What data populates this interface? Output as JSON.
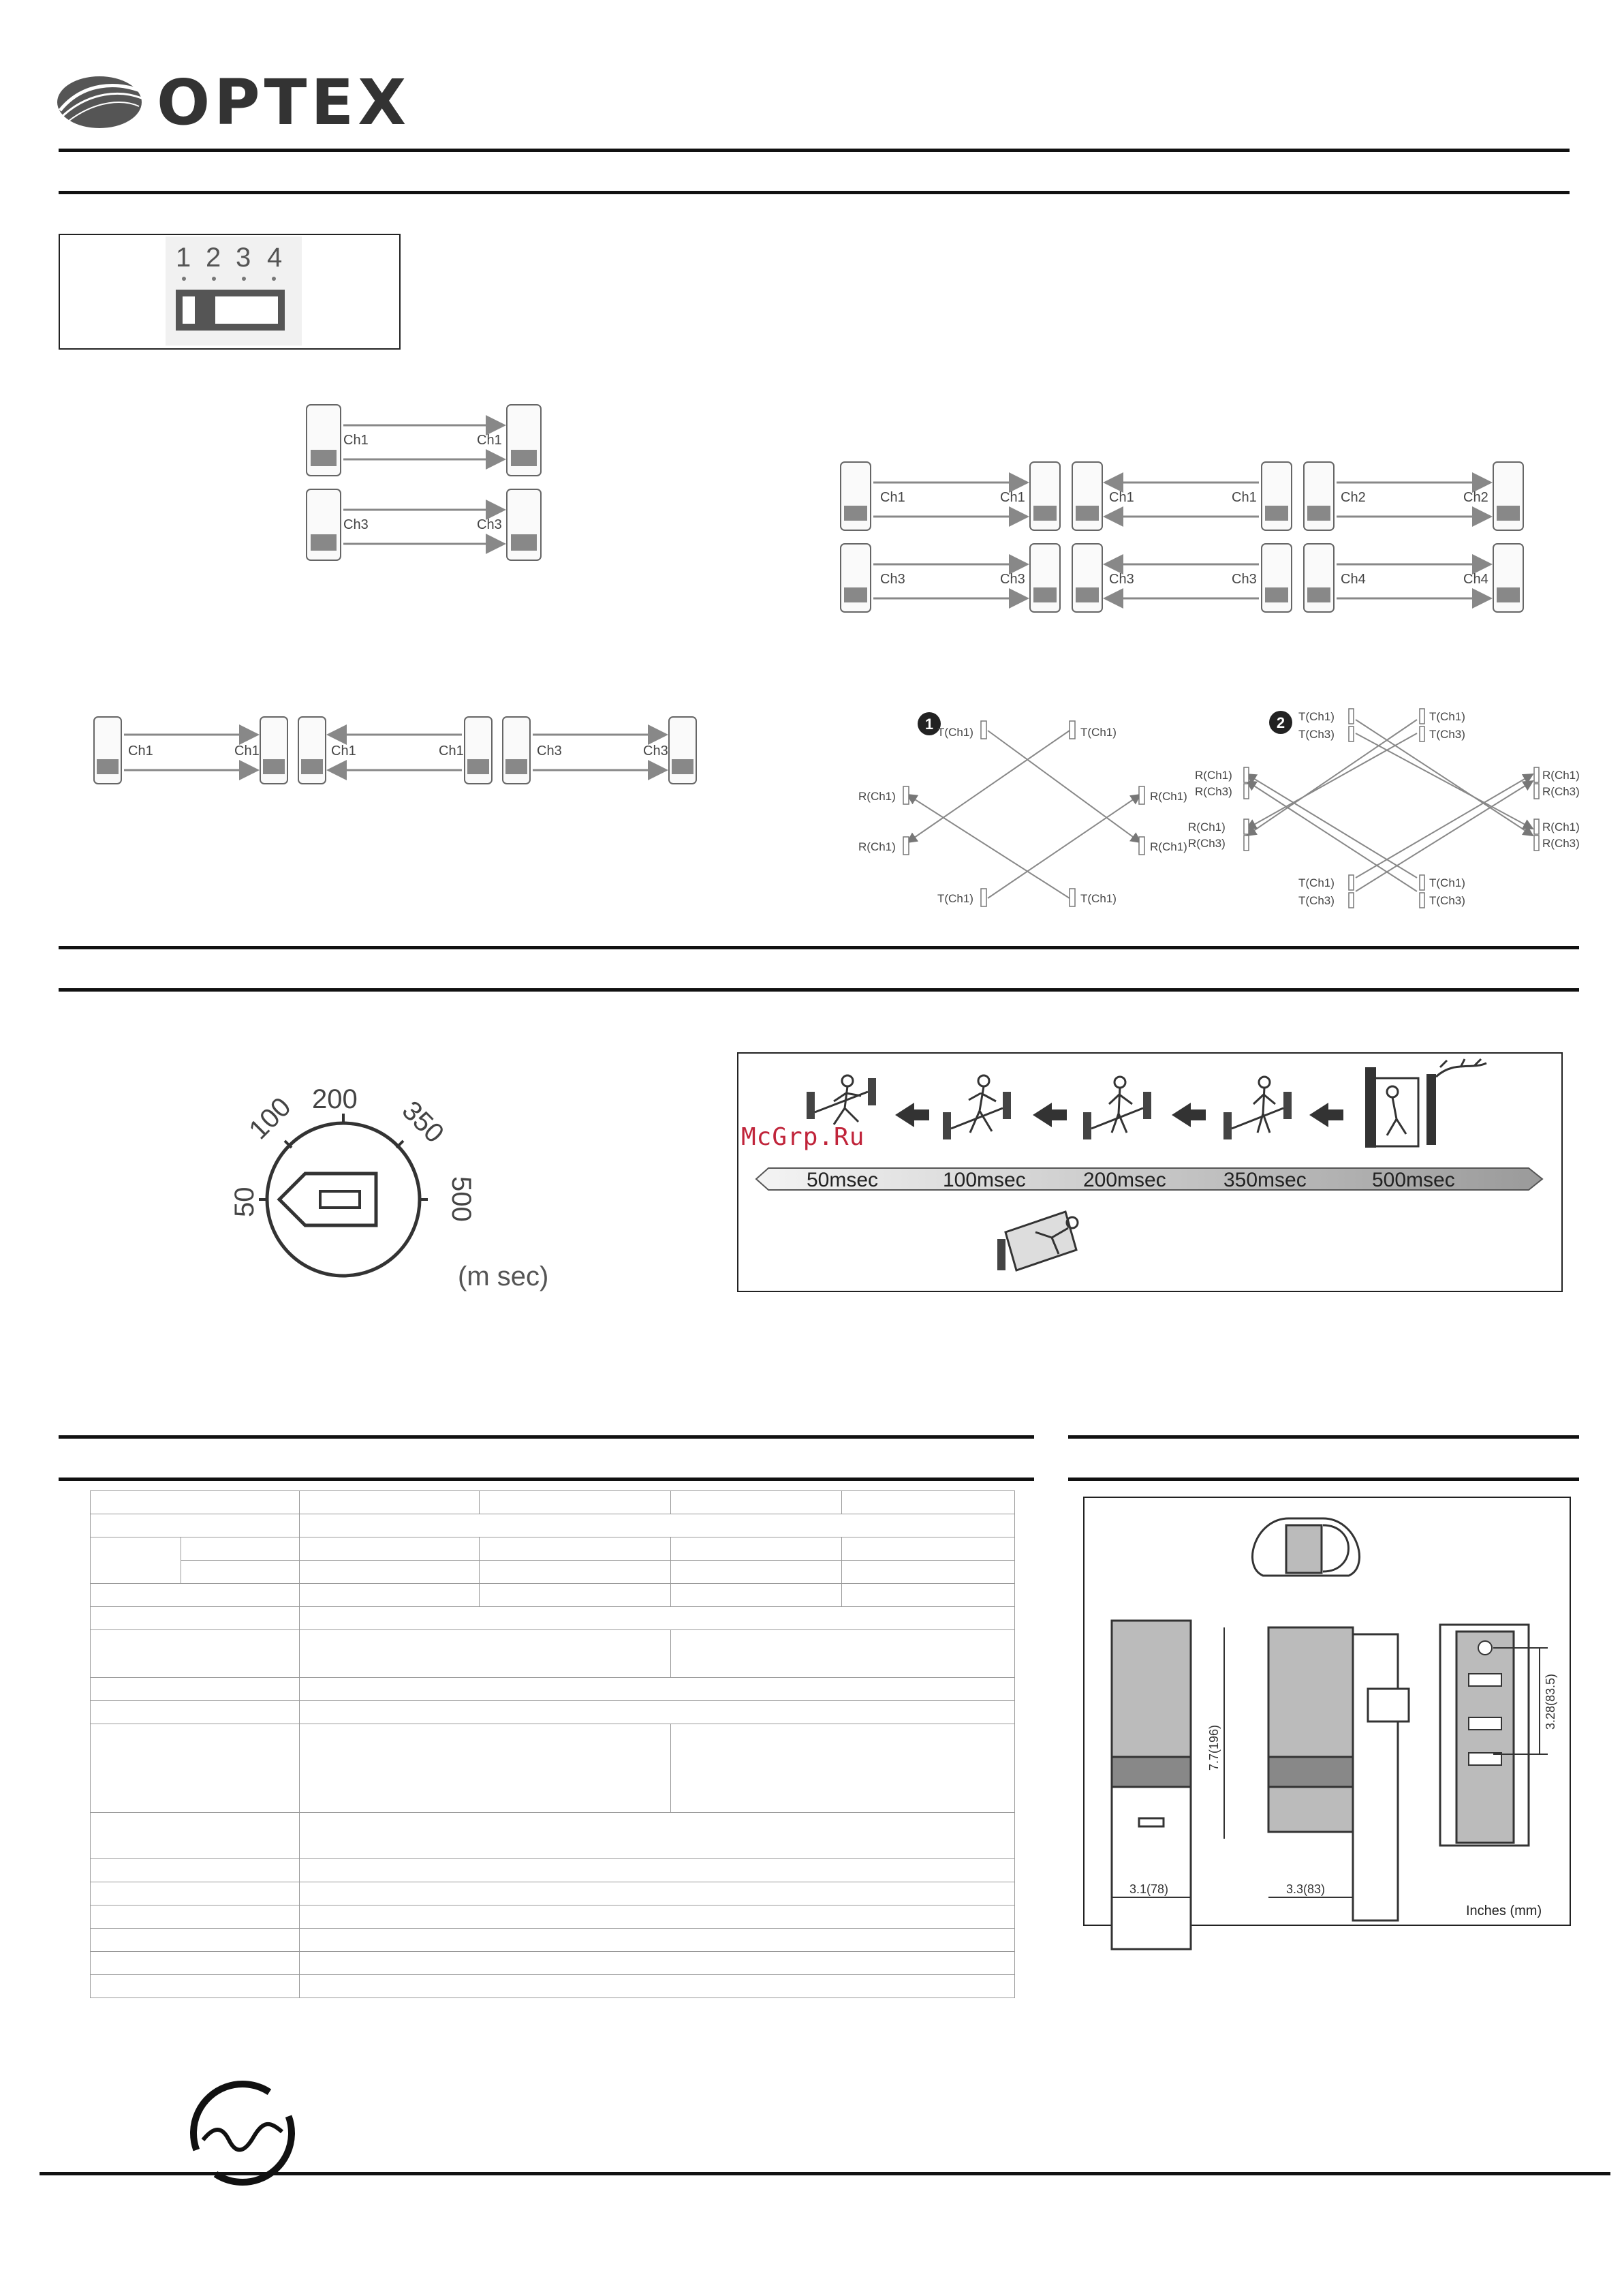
{
  "header": {
    "brand": "OPTEX"
  },
  "dip_switch": {
    "numbers": [
      "1",
      "2",
      "3",
      "4"
    ]
  },
  "channel_diagrams": {
    "four_beam_pairs": [
      {
        "left": "Ch1",
        "right": "Ch1"
      },
      {
        "left": "Ch3",
        "right": "Ch3"
      }
    ],
    "six_unit_grid": [
      {
        "left": "Ch1",
        "right": "Ch1"
      },
      {
        "left": "Ch1",
        "right": "Ch1"
      },
      {
        "left": "Ch2",
        "right": "Ch2"
      },
      {
        "left": "Ch3",
        "right": "Ch3"
      },
      {
        "left": "Ch3",
        "right": "Ch3"
      },
      {
        "left": "Ch4",
        "right": "Ch4"
      }
    ],
    "three_row": [
      {
        "left": "Ch1",
        "right": "Ch1"
      },
      {
        "left": "Ch1",
        "right": "Ch1"
      },
      {
        "left": "Ch3",
        "right": "Ch3"
      }
    ]
  },
  "cross_diagrams": {
    "diagram1": {
      "number": "1",
      "labels": [
        "T(Ch1)",
        "T(Ch1)",
        "R(Ch1)",
        "R(Ch1)",
        "R(Ch1)",
        "R(Ch1)",
        "T(Ch1)",
        "T(Ch1)"
      ]
    },
    "diagram2": {
      "number": "2",
      "top_left": [
        "T(Ch1)",
        "T(Ch3)"
      ],
      "top_right": [
        "T(Ch1)",
        "T(Ch3)"
      ],
      "mid_left_upper": [
        "R(Ch1)",
        "R(Ch3)"
      ],
      "mid_right_upper": [
        "R(Ch1)",
        "R(Ch3)"
      ],
      "mid_left_lower": [
        "R(Ch1)",
        "R(Ch3)"
      ],
      "mid_right_lower": [
        "R(Ch1)",
        "R(Ch3)"
      ],
      "bottom_left": [
        "T(Ch1)",
        "T(Ch3)"
      ],
      "bottom_right": [
        "T(Ch1)",
        "T(Ch3)"
      ]
    }
  },
  "response_dial": {
    "values": [
      "50",
      "100",
      "200",
      "350",
      "500"
    ],
    "unit": "(m sec)"
  },
  "response_strip": {
    "labels": [
      "50msec",
      "100msec",
      "200msec",
      "350msec",
      "500msec"
    ]
  },
  "watermark": "McGrp.Ru",
  "dimensions": {
    "height": "7.7(196)",
    "width_front": "3.1(78)",
    "depth": "3.3(83)",
    "hole_pitch": "3.28(83.5)",
    "units": "Inches (mm)"
  }
}
